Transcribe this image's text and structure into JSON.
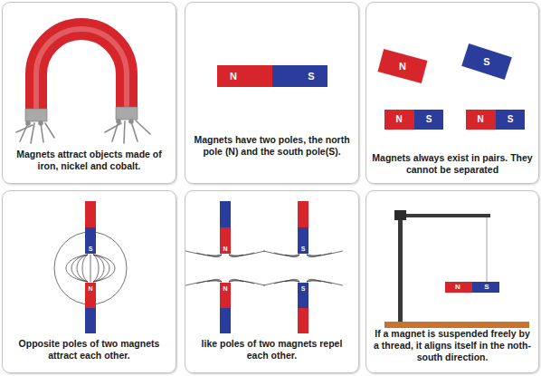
{
  "diagram": {
    "nodes": [
      {
        "text": [
          "Magnets attract objects made of iron, nickel and cobalt."
        ]
      },
      {
        "text": [
          "Magnets have two poles, the north pole (N) and the south pole(S)."
        ]
      },
      {
        "text": [
          "Magnets always exist in pairs. They cannot be separated"
        ]
      },
      {
        "text": [
          "Opposite poles of two magnets attract each other."
        ]
      },
      {
        "text": [
          "like poles of two magnets repel each other."
        ]
      },
      {
        "text": [
          "If a magnet is suspended freely by a thread, it aligns itself in the noth-south direction."
        ]
      }
    ],
    "labels": [
      "N",
      "S",
      "N",
      "S",
      "N",
      "S",
      "N",
      "S",
      "S",
      "N",
      "N",
      "N",
      "S",
      "S",
      "N",
      "S"
    ]
  }
}
